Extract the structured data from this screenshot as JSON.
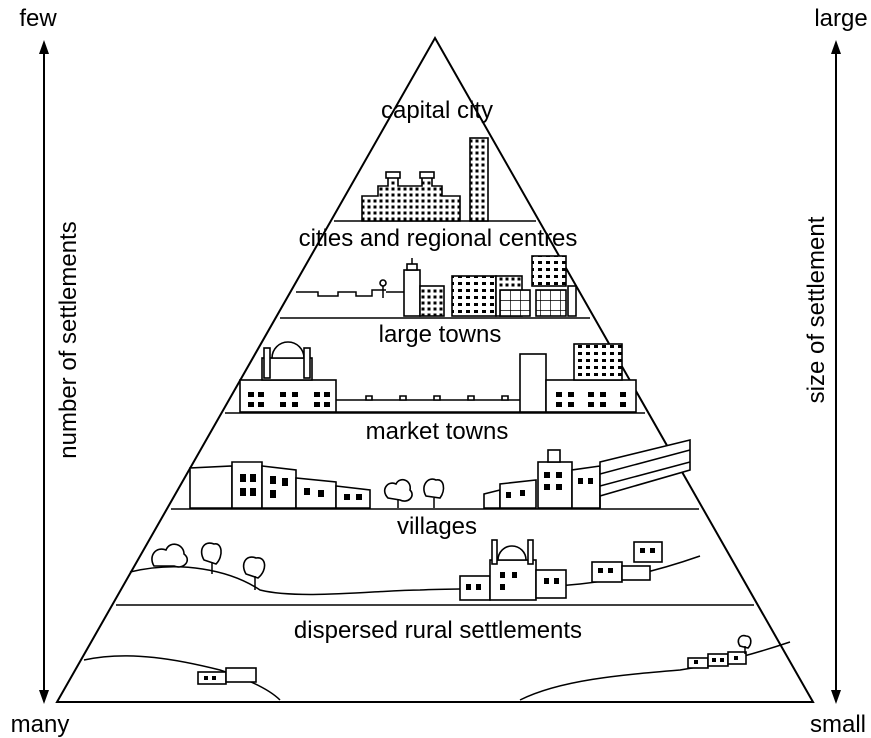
{
  "diagram": {
    "left_axis": {
      "top_label": "few",
      "bottom_label": "many",
      "title": "number of settlements"
    },
    "right_axis": {
      "top_label": "large",
      "bottom_label": "small",
      "title": "size of settlement"
    },
    "tiers": [
      "capital city",
      "cities and regional centres",
      "large towns",
      "market towns",
      "villages",
      "dispersed rural settlements"
    ]
  }
}
